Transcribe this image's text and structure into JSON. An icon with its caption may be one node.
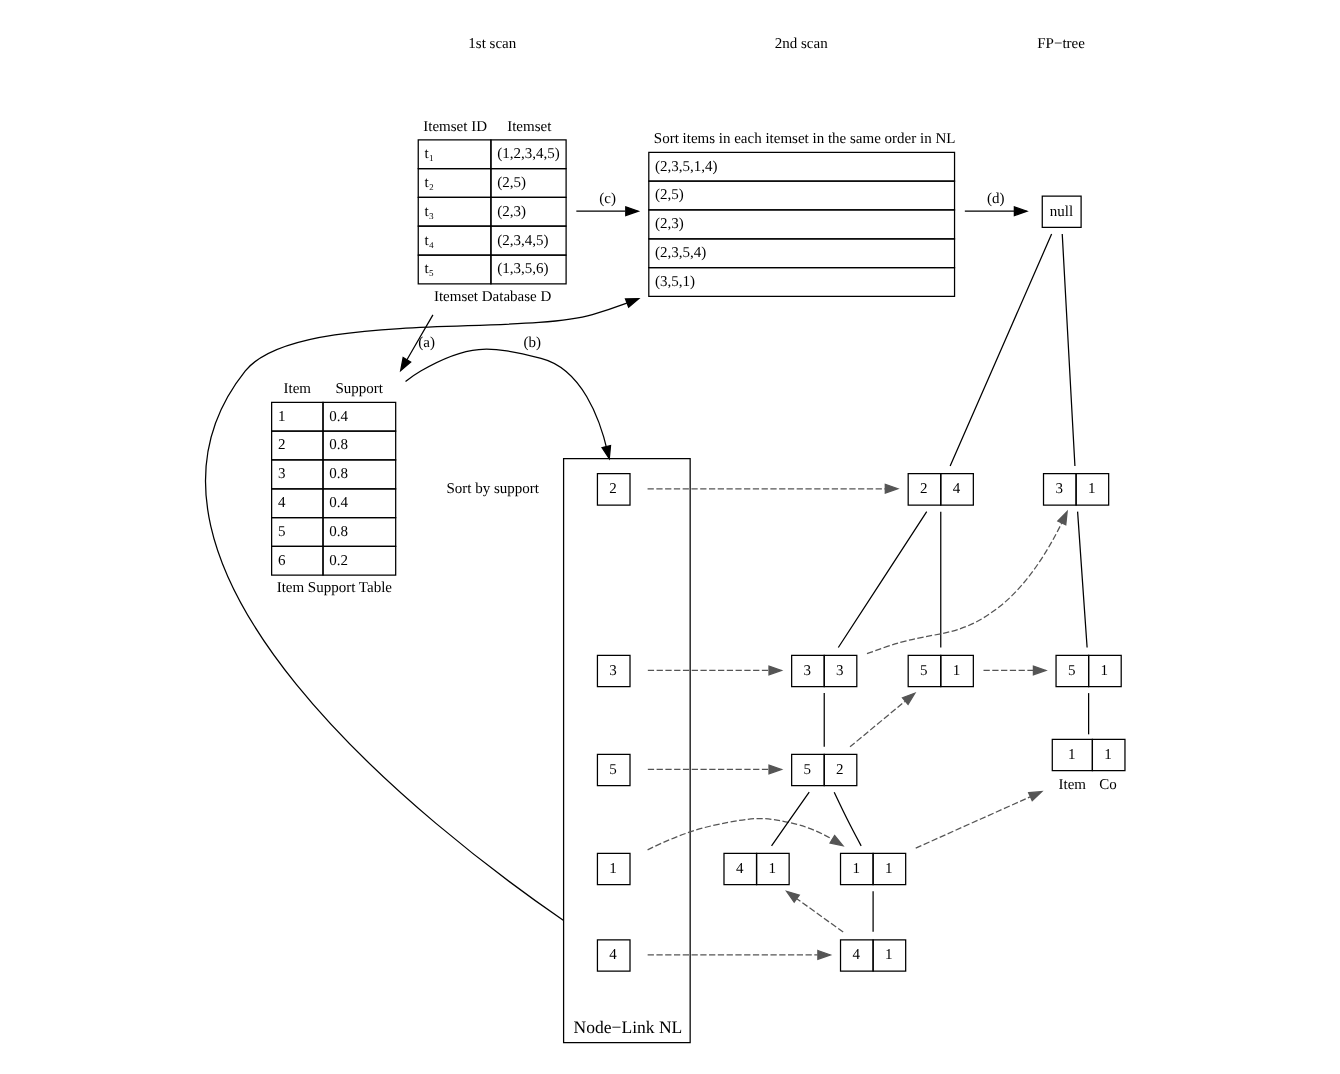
{
  "diagram": {
    "nodes": [
      {
        "text": [
          "Itemset ID",
          "Itemset",
          "t₁",
          "(1,2,3,4,5)",
          "t₂",
          "(2,5)",
          "t₃",
          "(2,3)",
          "t₄",
          "(2,3,4,5)",
          "t₅",
          "(1,3,5,6)"
        ],
        "beside": [
          "Itemset Database D"
        ]
      },
      {
        "text": [
          "Sort items in each itemset in the same order in NL",
          "(2,3,5,1,4)",
          "(2,5)",
          "(2,3)",
          "(2,3,5,4)",
          "(3,5,1)"
        ]
      },
      {
        "text": [
          "null"
        ]
      },
      {
        "text": [
          "Item",
          "Support",
          "1",
          "0.4",
          "2",
          "0.8",
          "3",
          "0.8",
          "4",
          "0.4",
          "5",
          "0.8",
          "6",
          "0.2"
        ],
        "beside": [
          "Item Support Table"
        ]
      },
      {
        "text": [
          "Node−Link NL"
        ]
      },
      {
        "text": [
          "2"
        ],
        "in": 4
      },
      {
        "text": [
          "3"
        ],
        "in": 4
      },
      {
        "text": [
          "5"
        ],
        "in": 4
      },
      {
        "text": [
          "1"
        ],
        "in": 4
      },
      {
        "text": [
          "4"
        ],
        "in": 4
      },
      {
        "text": [
          "2",
          "4"
        ]
      },
      {
        "text": [
          "3",
          "1"
        ]
      },
      {
        "text": [
          "3",
          "3"
        ]
      },
      {
        "text": [
          "5",
          "1"
        ]
      },
      {
        "text": [
          "5",
          "1"
        ]
      },
      {
        "text": [
          "5",
          "2"
        ]
      },
      {
        "text": [
          "1",
          "1"
        ],
        "beside": [
          "Item",
          "Co"
        ]
      },
      {
        "text": [
          "1",
          "1"
        ]
      },
      {
        "text": [
          "4",
          "1"
        ]
      },
      {
        "text": [
          "4",
          "1"
        ]
      }
    ],
    "edges": [
      {
        "from": 0,
        "to": 3,
        "arrow": "to",
        "label": "(a)"
      },
      {
        "from": 3,
        "to": 4,
        "arrow": "to",
        "label": "(b)"
      },
      {
        "from": 0,
        "to": 1,
        "arrow": "to",
        "label": "(c)"
      },
      {
        "from": 4,
        "to": 1,
        "arrow": "to"
      },
      {
        "from": 1,
        "to": 2,
        "arrow": "to",
        "label": "(d)"
      },
      {
        "from": 2,
        "to": 10,
        "arrow": "none"
      },
      {
        "from": 2,
        "to": 11,
        "arrow": "none"
      },
      {
        "from": 10,
        "to": 12,
        "arrow": "none"
      },
      {
        "from": 10,
        "to": 13,
        "arrow": "none"
      },
      {
        "from": 12,
        "to": 15,
        "arrow": "none"
      },
      {
        "from": 15,
        "to": 17,
        "arrow": "none"
      },
      {
        "from": 15,
        "to": 18,
        "arrow": "none"
      },
      {
        "from": 17,
        "to": 19,
        "arrow": "none"
      },
      {
        "from": 11,
        "to": 14,
        "arrow": "none"
      },
      {
        "from": 14,
        "to": 16,
        "arrow": "none"
      },
      {
        "from": 5,
        "to": 10,
        "arrow": "to",
        "style": "dashed"
      },
      {
        "from": 6,
        "to": 12,
        "arrow": "to",
        "style": "dashed"
      },
      {
        "from": 12,
        "to": 11,
        "arrow": "to",
        "style": "dashed"
      },
      {
        "from": 7,
        "to": 15,
        "arrow": "to",
        "style": "dashed"
      },
      {
        "from": 15,
        "to": 13,
        "arrow": "to",
        "style": "dashed"
      },
      {
        "from": 13,
        "to": 14,
        "arrow": "to",
        "style": "dashed"
      },
      {
        "from": 8,
        "to": 17,
        "arrow": "to",
        "style": "dashed"
      },
      {
        "from": 17,
        "to": 16,
        "arrow": "to",
        "style": "dashed"
      },
      {
        "from": 9,
        "to": 19,
        "arrow": "to",
        "style": "dashed"
      },
      {
        "from": 19,
        "to": 18,
        "arrow": "to",
        "style": "dashed"
      }
    ],
    "labels": [
      "1st scan",
      "2nd scan",
      "Sort by support",
      "FP−tree"
    ]
  }
}
